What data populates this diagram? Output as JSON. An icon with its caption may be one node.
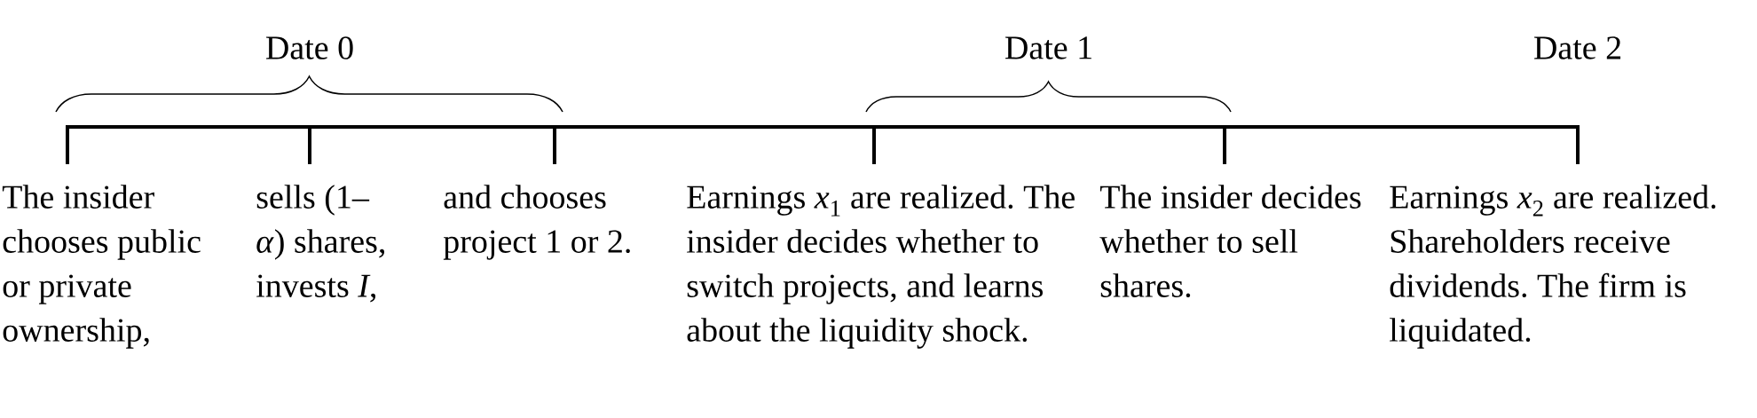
{
  "diagram": {
    "labels": [
      "Date 0",
      "Date 1",
      "Date 2",
      "The insider chooses public or private ownership,",
      "sells (1–*α*) shares, invests *I*,",
      "and chooses project 1 or 2.",
      "Earnings *x*$_{1}$ are realized. The insider decides whether to switch projects, and learns about the liquidity shock.",
      "The insider decides whether to sell shares.",
      "Earnings *x*$_{2}$ are realized. Shareholders receive dividends. The firm is liquidated."
    ]
  }
}
